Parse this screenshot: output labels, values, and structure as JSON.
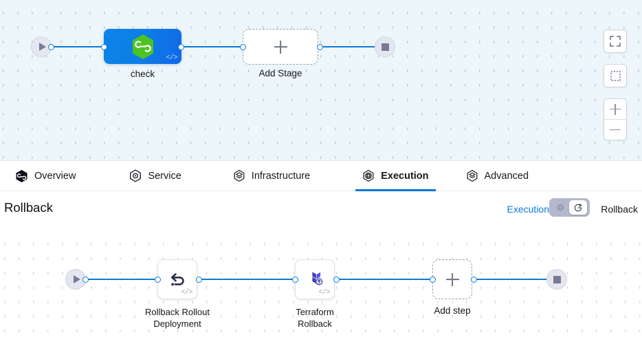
{
  "top_canvas": {
    "start_node": {
      "name": "start-node",
      "icon": "play-icon"
    },
    "end_node": {
      "name": "end-node",
      "icon": "stop-icon"
    },
    "stage": {
      "label": "check",
      "icon": "harness-hexagon-icon",
      "badge": "code-icon"
    },
    "add_stage": {
      "label": "Add Stage",
      "icon": "plus-icon"
    },
    "toolbar": {
      "fit_screen": "fit-to-screen-icon",
      "select_area": "select-area-icon",
      "zoom_in": "zoom-in-icon",
      "zoom_out": "zoom-out-icon"
    }
  },
  "tabs": [
    {
      "label": "Overview",
      "icon": "overview-hexagon-icon",
      "active": false
    },
    {
      "label": "Service",
      "icon": "service-target-icon",
      "active": false
    },
    {
      "label": "Infrastructure",
      "icon": "infrastructure-layers-icon",
      "active": false
    },
    {
      "label": "Execution",
      "icon": "execution-icon",
      "active": true
    },
    {
      "label": "Advanced",
      "icon": "advanced-layers-icon",
      "active": false
    }
  ],
  "rollback_panel": {
    "title": "Rollback",
    "mode_left_label": "Execution",
    "mode_right_label": "Rollback",
    "toggle_selected": "rollback",
    "toggle_left_icon": "execution-icon",
    "toggle_right_icon": "rollback-clock-icon"
  },
  "bottom_canvas": {
    "start_node": {
      "name": "start-node",
      "icon": "play-icon"
    },
    "end_node": {
      "name": "end-node",
      "icon": "stop-icon"
    },
    "steps": [
      {
        "label": "Rollback Rollout\nDeployment",
        "icon": "undo-arrow-icon",
        "badge": "code-icon"
      },
      {
        "label": "Terraform\nRollback",
        "icon": "terraform-icon",
        "badge": "code-icon"
      }
    ],
    "add_step": {
      "label": "Add step",
      "icon": "plus-icon"
    }
  },
  "colors": {
    "accent_blue": "#0b7ad6",
    "link_blue": "#0a7ae0",
    "stage_blue_start": "#0d84e8",
    "stage_blue_end": "#1268e8",
    "harness_green": "#4dc323",
    "terraform_purple": "#4040b2",
    "terminal_gray": "#7a7a96",
    "canvas_top_bg": "#edf7fb",
    "canvas_bottom_bg": "#ffffff"
  }
}
